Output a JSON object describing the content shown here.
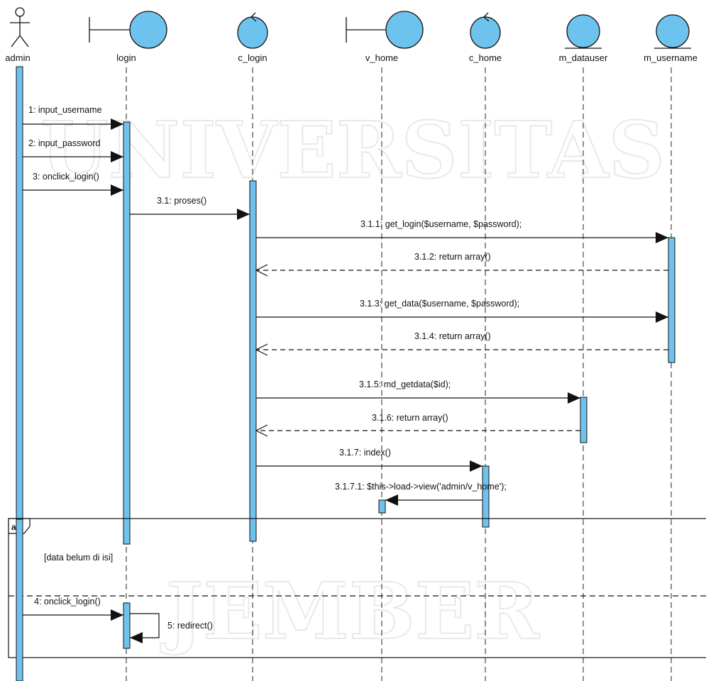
{
  "watermark": {
    "top": "UNIVERSITAS",
    "bottom": "JEMBER"
  },
  "lifelines": [
    {
      "name": "admin",
      "kind": "actor"
    },
    {
      "name": "login",
      "kind": "boundary"
    },
    {
      "name": "c_login",
      "kind": "control"
    },
    {
      "name": "v_home",
      "kind": "boundary"
    },
    {
      "name": "c_home",
      "kind": "control"
    },
    {
      "name": "m_datauser",
      "kind": "entity"
    },
    {
      "name": "m_username",
      "kind": "entity"
    }
  ],
  "messages": [
    {
      "text": "1: input_username",
      "from": 0,
      "to": 1,
      "kind": "call"
    },
    {
      "text": "2: input_password",
      "from": 0,
      "to": 1,
      "kind": "call"
    },
    {
      "text": "3: onclick_login()",
      "from": 0,
      "to": 1,
      "kind": "call"
    },
    {
      "text": "3.1: proses()",
      "from": 1,
      "to": 2,
      "kind": "call"
    },
    {
      "text": "3.1.1: get_login($username, $password);",
      "from": 2,
      "to": 6,
      "kind": "call"
    },
    {
      "text": "3.1.2: return array()",
      "from": 6,
      "to": 2,
      "kind": "return"
    },
    {
      "text": "3.1.3: get_data($username, $password);",
      "from": 2,
      "to": 6,
      "kind": "call"
    },
    {
      "text": "3.1.4: return array()",
      "from": 6,
      "to": 2,
      "kind": "return"
    },
    {
      "text": "3.1.5: md_getdata($id);",
      "from": 2,
      "to": 5,
      "kind": "call"
    },
    {
      "text": "3.1.6: return array()",
      "from": 5,
      "to": 2,
      "kind": "return"
    },
    {
      "text": "3.1.7: index()",
      "from": 2,
      "to": 4,
      "kind": "call"
    },
    {
      "text": "3.1.7.1: $this->load->view('admin/v_home');",
      "from": 4,
      "to": 3,
      "kind": "call"
    },
    {
      "text": "4: onclick_login()",
      "from": 0,
      "to": 1,
      "kind": "call"
    },
    {
      "text": "5: redirect()",
      "from": 1,
      "to": 1,
      "kind": "self"
    }
  ],
  "fragment": {
    "operator": "alt",
    "guard": "[data belum di isi]"
  },
  "colors": {
    "symbol_fill": "#6ec3ee",
    "activation_fill": "#6ec3ee",
    "line": "#111111",
    "watermark": "#d8d8d8"
  }
}
